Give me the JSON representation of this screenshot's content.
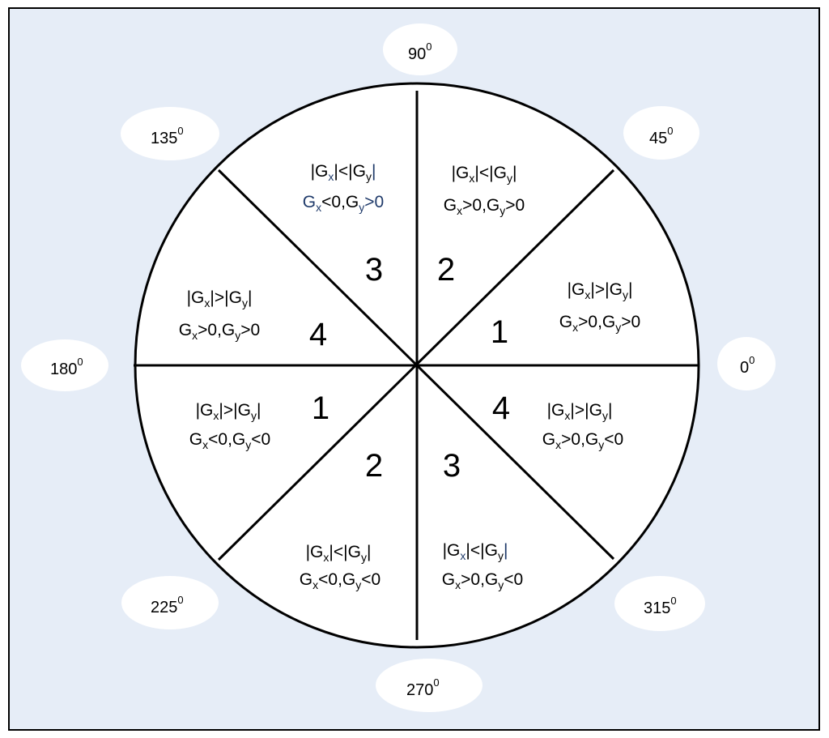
{
  "angles": {
    "a0": {
      "value": "0",
      "sup": "0"
    },
    "a45": {
      "value": "45",
      "sup": "0"
    },
    "a90": {
      "value": "90",
      "sup": "0"
    },
    "a135": {
      "value": "135",
      "sup": "0"
    },
    "a180": {
      "value": "180",
      "sup": "0"
    },
    "a225": {
      "value": "225",
      "sup": "0"
    },
    "a270": {
      "value": "270",
      "sup": "0"
    },
    "a315": {
      "value": "315",
      "sup": "0"
    }
  },
  "sectors": {
    "s1": {
      "number": "1",
      "rel": ">",
      "gx_sign": ">0",
      "gy_sign": ">0"
    },
    "s2": {
      "number": "2",
      "rel": "<",
      "gx_sign": ">0",
      "gy_sign": ">0"
    },
    "s3": {
      "number": "3",
      "rel": "<",
      "gx_sign": "<0",
      "gy_sign": ">0"
    },
    "s4": {
      "number": "4",
      "rel": ">",
      "gx_sign": ">0",
      "gy_sign": ">0"
    },
    "s5": {
      "number": "1",
      "rel": ">",
      "gx_sign": "<0",
      "gy_sign": "<0"
    },
    "s6": {
      "number": "2",
      "rel": "<",
      "gx_sign": "<0",
      "gy_sign": "<0"
    },
    "s7": {
      "number": "3",
      "rel": "<",
      "gx_sign": ">0",
      "gy_sign": "<0"
    },
    "s8": {
      "number": "4",
      "rel": ">",
      "gx_sign": ">0",
      "gy_sign": "<0"
    }
  },
  "symbols": {
    "g": "G",
    "x": "x",
    "y": "y",
    "bar": "|",
    "comma": ","
  },
  "colors": {
    "background": "#e6edf7",
    "circle_fill": "#ffffff",
    "line": "#000000",
    "accent_text": "#1f3a6a"
  }
}
